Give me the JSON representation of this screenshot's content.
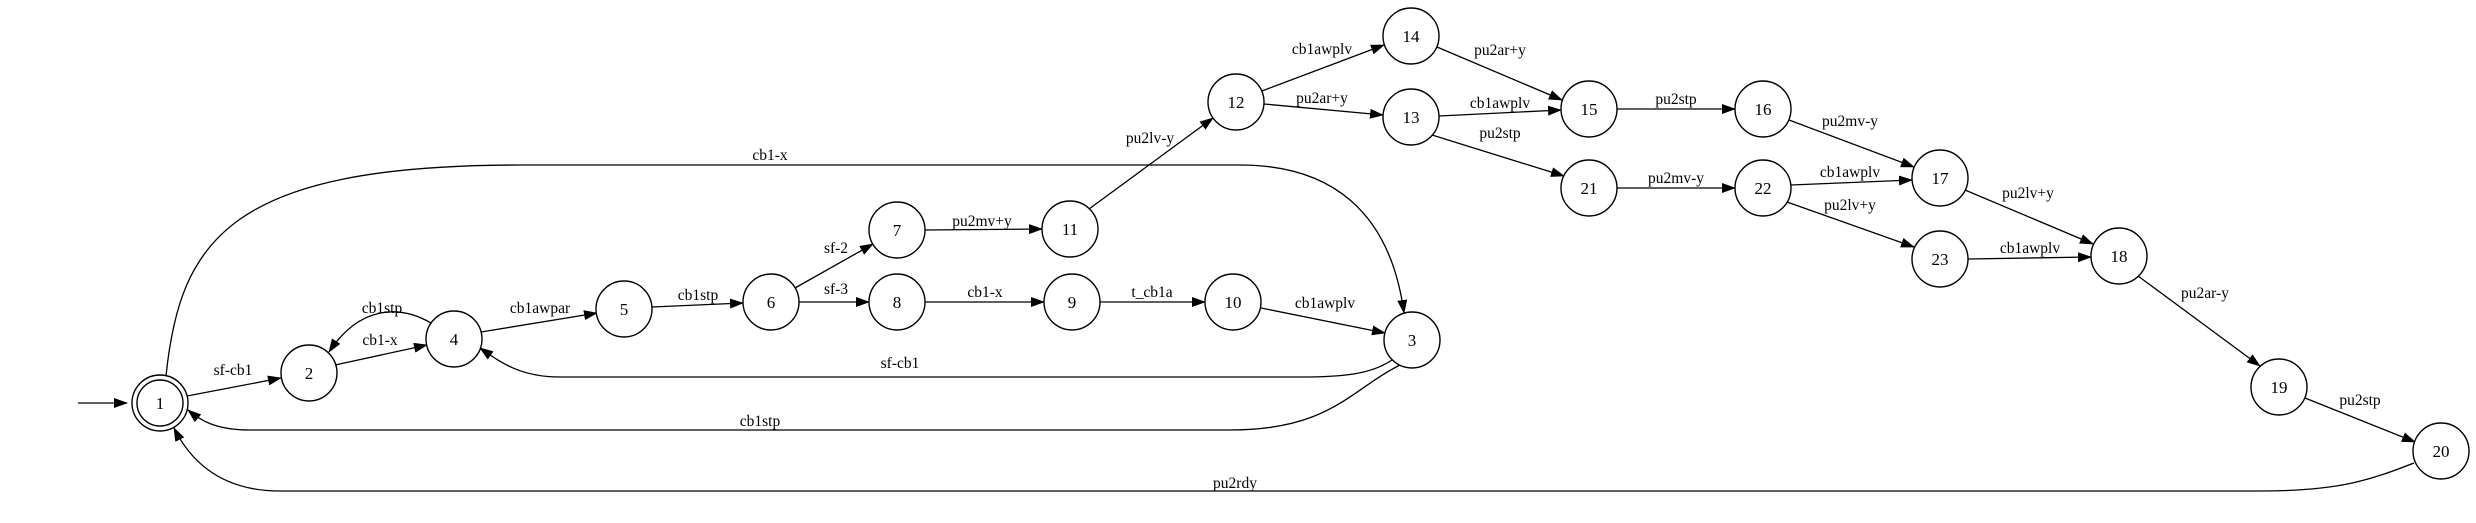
{
  "nodes": [
    {
      "id": "n1",
      "label": "1",
      "accepting": true,
      "initial": true
    },
    {
      "id": "n2",
      "label": "2"
    },
    {
      "id": "n3",
      "label": "3"
    },
    {
      "id": "n4",
      "label": "4"
    },
    {
      "id": "n5",
      "label": "5"
    },
    {
      "id": "n6",
      "label": "6"
    },
    {
      "id": "n7",
      "label": "7"
    },
    {
      "id": "n8",
      "label": "8"
    },
    {
      "id": "n9",
      "label": "9"
    },
    {
      "id": "n10",
      "label": "10"
    },
    {
      "id": "n11",
      "label": "11"
    },
    {
      "id": "n12",
      "label": "12"
    },
    {
      "id": "n13",
      "label": "13"
    },
    {
      "id": "n14",
      "label": "14"
    },
    {
      "id": "n15",
      "label": "15"
    },
    {
      "id": "n16",
      "label": "16"
    },
    {
      "id": "n17",
      "label": "17"
    },
    {
      "id": "n18",
      "label": "18"
    },
    {
      "id": "n19",
      "label": "19"
    },
    {
      "id": "n20",
      "label": "20"
    },
    {
      "id": "n21",
      "label": "21"
    },
    {
      "id": "n22",
      "label": "22"
    },
    {
      "id": "n23",
      "label": "23"
    }
  ],
  "edges": [
    {
      "id": "e1_2",
      "from": "1",
      "to": "2",
      "label": "sf-cb1"
    },
    {
      "id": "e1_3",
      "from": "1",
      "to": "3",
      "label": "cb1-x"
    },
    {
      "id": "e2_4",
      "from": "2",
      "to": "4",
      "label": "cb1-x"
    },
    {
      "id": "e4_2",
      "from": "4",
      "to": "2",
      "label": "cb1stp"
    },
    {
      "id": "e4_5",
      "from": "4",
      "to": "5",
      "label": "cb1awpar"
    },
    {
      "id": "e5_6",
      "from": "5",
      "to": "6",
      "label": "cb1stp"
    },
    {
      "id": "e6_7",
      "from": "6",
      "to": "7",
      "label": "sf-2"
    },
    {
      "id": "e6_8",
      "from": "6",
      "to": "8",
      "label": "sf-3"
    },
    {
      "id": "e7_11",
      "from": "7",
      "to": "11",
      "label": "pu2mv+y"
    },
    {
      "id": "e8_9",
      "from": "8",
      "to": "9",
      "label": "cb1-x"
    },
    {
      "id": "e9_10",
      "from": "9",
      "to": "10",
      "label": "t_cb1a"
    },
    {
      "id": "e10_3",
      "from": "10",
      "to": "3",
      "label": "cb1awplv"
    },
    {
      "id": "e3_4",
      "from": "3",
      "to": "4",
      "label": "sf-cb1"
    },
    {
      "id": "e3_1",
      "from": "3",
      "to": "1",
      "label": "cb1stp"
    },
    {
      "id": "e11_12",
      "from": "11",
      "to": "12",
      "label": "pu2lv-y"
    },
    {
      "id": "e12_14",
      "from": "12",
      "to": "14",
      "label": "cb1awplv"
    },
    {
      "id": "e12_13",
      "from": "12",
      "to": "13",
      "label": "pu2ar+y"
    },
    {
      "id": "e14_15",
      "from": "14",
      "to": "15",
      "label": "pu2ar+y"
    },
    {
      "id": "e13_15",
      "from": "13",
      "to": "15",
      "label": "cb1awplv"
    },
    {
      "id": "e13_21",
      "from": "13",
      "to": "21",
      "label": "pu2stp"
    },
    {
      "id": "e15_16",
      "from": "15",
      "to": "16",
      "label": "pu2stp"
    },
    {
      "id": "e16_17",
      "from": "16",
      "to": "17",
      "label": "pu2mv-y"
    },
    {
      "id": "e21_22",
      "from": "21",
      "to": "22",
      "label": "pu2mv-y"
    },
    {
      "id": "e22_17",
      "from": "22",
      "to": "17",
      "label": "cb1awplv"
    },
    {
      "id": "e22_23",
      "from": "22",
      "to": "23",
      "label": "pu2lv+y"
    },
    {
      "id": "e17_18",
      "from": "17",
      "to": "18",
      "label": "pu2lv+y"
    },
    {
      "id": "e23_18",
      "from": "23",
      "to": "18",
      "label": "cb1awplv"
    },
    {
      "id": "e18_19",
      "from": "18",
      "to": "19",
      "label": "pu2ar-y"
    },
    {
      "id": "e19_20",
      "from": "19",
      "to": "20",
      "label": "pu2stp"
    },
    {
      "id": "e20_1",
      "from": "20",
      "to": "1",
      "label": "pu2rdy"
    }
  ]
}
